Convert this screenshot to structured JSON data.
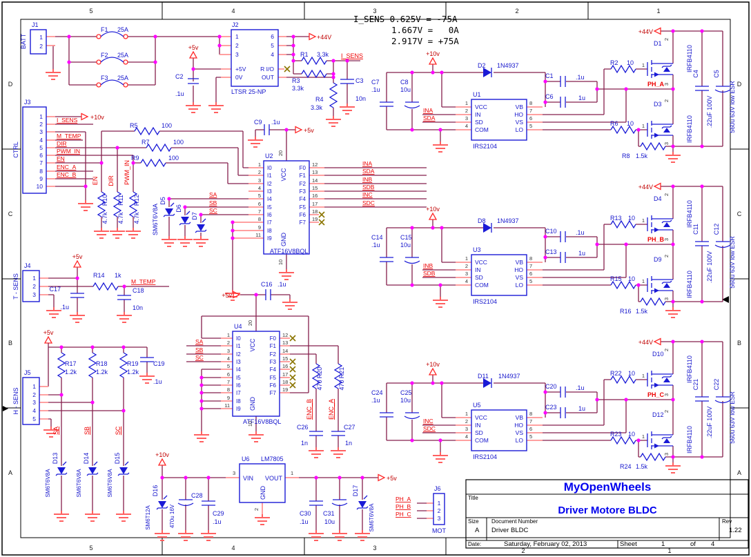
{
  "frame": {
    "zones_h": [
      "5",
      "4",
      "3",
      "2",
      "1"
    ],
    "zones_v": [
      "D",
      "C",
      "B",
      "A"
    ]
  },
  "isens_table": {
    "l1": "I_SENS 0.625V = -75A",
    "l2": "1.667V =   0A",
    "l3": "2.917V = +75A"
  },
  "battery": {
    "j1": {
      "ref": "J1",
      "name": "BATT",
      "p1": "1",
      "p2": "2"
    },
    "f1": {
      "ref": "F1",
      "val": "25A"
    },
    "f2": {
      "ref": "F2",
      "val": "25A"
    },
    "f3": {
      "ref": "F3",
      "val": "25A"
    },
    "j2": {
      "ref": "J2",
      "part": "LTSR 25-NP",
      "p1": "1",
      "p2": "2",
      "p3": "3",
      "p4": "4",
      "p5": "5",
      "p6": "6",
      "vcc": "+5V",
      "gnd": "0V",
      "rio": "R I/O",
      "out": "OUT"
    },
    "c2": {
      "ref": "C2",
      "val": ".1u"
    },
    "pwr_5v": "+5v",
    "pwr_44v": "+44V",
    "r1": {
      "ref": "R1",
      "val": "3.3k"
    },
    "r3": {
      "ref": "R3",
      "val": "3.3k"
    },
    "r4": {
      "ref": "R4",
      "val": "3.3k"
    },
    "c3": {
      "ref": "C3",
      "val": "10n"
    },
    "isens": "I_SENS"
  },
  "ctrl": {
    "j3": {
      "ref": "J3",
      "name": "CTRL",
      "pins": [
        "1",
        "2",
        "3",
        "4",
        "5",
        "6",
        "7",
        "8",
        "9",
        "10"
      ]
    },
    "pwr_10v": "+10v",
    "nets": {
      "isens": "I_SENS",
      "mtemp": "M_TEMP",
      "dir": "DIR",
      "pwm": "PWM_IN",
      "en": "EN",
      "enca": "ENC_A",
      "encb": "ENC_B"
    },
    "r5": {
      "ref": "R5",
      "val": "100"
    },
    "r7": {
      "ref": "R7",
      "val": "100"
    },
    "r9": {
      "ref": "R9",
      "val": "100"
    },
    "vlabels": {
      "en": "EN",
      "dir": "DIR",
      "pwm": "PWM_IN"
    },
    "r10": {
      "ref": "R10",
      "val": "4.7k"
    },
    "r11": {
      "ref": "R11",
      "val": "4.7k"
    },
    "r12": {
      "ref": "R12",
      "val": "4.7k"
    },
    "d5": {
      "ref": "D5"
    },
    "d6": {
      "ref": "D6"
    },
    "d7": {
      "ref": "D7"
    },
    "tvs_part": "SM6T6V8A",
    "sa": "SA",
    "sb": "SB",
    "sc": "SC"
  },
  "u2": {
    "ref": "U2",
    "part": "ATF16V8BQL",
    "vcc": "VCC",
    "gnd": "GND",
    "pwr": "+5v",
    "pin20": "20",
    "pin10": "10",
    "c9": {
      "ref": "C9",
      "val": ".1u"
    },
    "lpins": [
      "1",
      "2",
      "3",
      "4",
      "5",
      "6",
      "7",
      "8",
      "9",
      "11"
    ],
    "lnames": [
      "I0",
      "I1",
      "I2",
      "I3",
      "I4",
      "I5",
      "I6",
      "I7",
      "I8",
      "I9"
    ],
    "rpins": [
      "12",
      "13",
      "14",
      "15",
      "16",
      "17",
      "18",
      "19"
    ],
    "rnames": [
      "F0",
      "F1",
      "F2",
      "F3",
      "F4",
      "F5",
      "F6",
      "F7"
    ],
    "outs": [
      "INA",
      "SDA",
      "INB",
      "SDB",
      "INC",
      "SDC"
    ]
  },
  "tsens": {
    "j4": {
      "ref": "J4",
      "name": "T - SENS",
      "pins": [
        "1",
        "2",
        "3"
      ]
    },
    "pwr": "+5v",
    "c17": {
      "ref": "C17",
      "val": ".1u"
    },
    "r14": {
      "ref": "R14",
      "val": "1k"
    },
    "mtemp": "M_TEMP",
    "c18": {
      "ref": "C18",
      "val": "10n"
    }
  },
  "hsens": {
    "j5": {
      "ref": "J5",
      "name": "H - SENS",
      "pins": [
        "1",
        "2",
        "3",
        "4",
        "5"
      ]
    },
    "pwr": "+5v",
    "r17": {
      "ref": "R17",
      "val": "1.2k"
    },
    "r18": {
      "ref": "R18",
      "val": "1.2k"
    },
    "r19": {
      "ref": "R19",
      "val": "1.2k"
    },
    "c19": {
      "ref": "C19",
      "val": ".1u"
    },
    "sa": "SA",
    "sb": "SB",
    "sc": "SC",
    "d13": {
      "ref": "D13"
    },
    "d14": {
      "ref": "D14"
    },
    "d15": {
      "ref": "D15"
    },
    "tvs_part": "SM6T6V8A"
  },
  "u4": {
    "ref": "U4",
    "part": "ATF16V8BQL",
    "vcc": "VCC",
    "gnd": "GND",
    "pwr": "+5v",
    "pin20": "20",
    "pin10": "10",
    "c16": {
      "ref": "C16",
      "val": ".1u"
    },
    "lpins": [
      "1",
      "2",
      "3",
      "4",
      "5",
      "6",
      "7",
      "8",
      "9",
      "11"
    ],
    "lnames": [
      "I0",
      "I1",
      "I2",
      "I3",
      "I4",
      "I5",
      "I6",
      "I7",
      "I8",
      "I9"
    ],
    "rpins": [
      "12",
      "13",
      "14",
      "15",
      "16",
      "17",
      "18",
      "19"
    ],
    "rnames": [
      "F0",
      "F1",
      "F2",
      "F3",
      "F4",
      "F5",
      "F6",
      "F7"
    ],
    "sa": "SA",
    "sb": "SB",
    "sc": "SC",
    "r20": {
      "ref": "R20",
      "val": "470"
    },
    "r21": {
      "ref": "R21",
      "val": "470"
    },
    "encb": "ENC_B",
    "enca": "ENC_A",
    "c26": {
      "ref": "C26",
      "val": "1n"
    },
    "c27": {
      "ref": "C27",
      "val": "1n"
    }
  },
  "phases": [
    {
      "cin1": {
        "ref": "C7",
        "val": ".1u"
      },
      "cin2": {
        "ref": "C8",
        "val": "10u"
      },
      "pwr": "+10v",
      "diode": {
        "ref": "D2",
        "val": "1N4937"
      },
      "u": {
        "ref": "U1",
        "part": "IRS2104",
        "lpins": [
          "1",
          "2",
          "3",
          "4"
        ],
        "lnames": [
          "VCC",
          "IN",
          "SD",
          "COM"
        ],
        "rpins": [
          "8",
          "7",
          "6",
          "5"
        ],
        "rnames": [
          "VB",
          "HO",
          "VS",
          "LO"
        ]
      },
      "in": "INA",
      "sd": "SDA",
      "cb1": {
        "ref": "C1",
        "val": ".1u"
      },
      "cb2": {
        "ref": "C6",
        "val": "1u"
      },
      "rg_h": {
        "ref": "R2",
        "val": "10"
      },
      "rg_l": {
        "ref": "R6",
        "val": "10"
      },
      "r_pull": {
        "ref": "R8",
        "val": "1.5k"
      },
      "fet_h": {
        "ref": "D1",
        "part": "IRFB4110"
      },
      "fet_l": {
        "ref": "D3",
        "part": "IRFB4110"
      },
      "ph": "PH_A",
      "vbus": "+44V",
      "cbus1": {
        "ref": "C4",
        "val": ".22uF 100V"
      },
      "cbus2": {
        "ref": "C5",
        "val": "560u 63V low ESR"
      },
      "fp": {
        "d": "2",
        "g": "1",
        "s": "3"
      }
    },
    {
      "cin1": {
        "ref": "C14",
        "val": ".1u"
      },
      "cin2": {
        "ref": "C15",
        "val": "10u"
      },
      "pwr": "+10v",
      "diode": {
        "ref": "D8",
        "val": "1N4937"
      },
      "u": {
        "ref": "U3",
        "part": "IRS2104",
        "lpins": [
          "1",
          "2",
          "3",
          "4"
        ],
        "lnames": [
          "VCC",
          "IN",
          "SD",
          "COM"
        ],
        "rpins": [
          "8",
          "7",
          "6",
          "5"
        ],
        "rnames": [
          "VB",
          "HO",
          "VS",
          "LO"
        ]
      },
      "in": "INB",
      "sd": "SDB",
      "cb1": {
        "ref": "C10",
        "val": ".1u"
      },
      "cb2": {
        "ref": "C13",
        "val": "1u"
      },
      "rg_h": {
        "ref": "R13",
        "val": "10"
      },
      "rg_l": {
        "ref": "R15",
        "val": "10"
      },
      "r_pull": {
        "ref": "R16",
        "val": "1.5k"
      },
      "fet_h": {
        "ref": "D4",
        "part": "IRFB4110"
      },
      "fet_l": {
        "ref": "D9",
        "part": "IRFB4110"
      },
      "ph": "PH_B",
      "vbus": "+44V",
      "cbus1": {
        "ref": "C11",
        "val": ".22uF 100V"
      },
      "cbus2": {
        "ref": "C12",
        "val": "560u 63V low ESR"
      },
      "fp": {
        "d": "2",
        "g": "1",
        "s": "3"
      }
    },
    {
      "cin1": {
        "ref": "C24",
        "val": ".1u"
      },
      "cin2": {
        "ref": "C25",
        "val": "10u"
      },
      "pwr": "+10v",
      "diode": {
        "ref": "D11",
        "val": "1N4937"
      },
      "u": {
        "ref": "U5",
        "part": "IRS2104",
        "lpins": [
          "1",
          "2",
          "3",
          "4"
        ],
        "lnames": [
          "VCC",
          "IN",
          "SD",
          "COM"
        ],
        "rpins": [
          "8",
          "7",
          "6",
          "5"
        ],
        "rnames": [
          "VB",
          "HO",
          "VS",
          "LO"
        ]
      },
      "in": "INC",
      "sd": "SDC",
      "cb1": {
        "ref": "C20",
        "val": ".1u"
      },
      "cb2": {
        "ref": "C23",
        "val": "1u"
      },
      "rg_h": {
        "ref": "R22",
        "val": "10"
      },
      "rg_l": {
        "ref": "R23",
        "val": "10"
      },
      "r_pull": {
        "ref": "R24",
        "val": "1.5k"
      },
      "fet_h": {
        "ref": "D10",
        "part": "IRFB4110"
      },
      "fet_l": {
        "ref": "D12",
        "part": "IRFB4110"
      },
      "ph": "PH_C",
      "vbus": "+44V",
      "cbus1": {
        "ref": "C21",
        "val": ".22uF 100V"
      },
      "cbus2": {
        "ref": "C22",
        "val": "560u 63V low ESR"
      },
      "fp": {
        "d": "2",
        "g": "1",
        "s": "3"
      }
    }
  ],
  "psu": {
    "pwr_in": "+10v",
    "pwr_out": "+5v",
    "d16": {
      "ref": "D16",
      "part": "SM6T12A"
    },
    "c28": {
      "ref": "C28",
      "val": "470u 16V"
    },
    "c29": {
      "ref": "C29",
      "val": ".1u"
    },
    "u6": {
      "ref": "U6",
      "part": "LM7805",
      "vin": "VIN",
      "vout": "VOUT",
      "gnd": "GND",
      "p3": "3",
      "p1": "1",
      "p2": "2"
    },
    "c30": {
      "ref": "C30",
      "val": ".1u"
    },
    "c31": {
      "ref": "C31",
      "val": "10u"
    },
    "d17": {
      "ref": "D17",
      "part": "SM6T6V8A"
    }
  },
  "mot": {
    "j6": {
      "ref": "J6",
      "name": "MOT",
      "pins": [
        "1",
        "2",
        "3"
      ]
    },
    "pha": "PH_A",
    "phb": "PH_B",
    "phc": "PH_C"
  },
  "titleblock": {
    "org": "MyOpenWheels",
    "title_label": "Title",
    "title": "Driver Motore BLDC",
    "size_label": "Size",
    "size": "A",
    "doc_label": "Document Number",
    "doc": "Driver BLDC",
    "rev_label": "Rev",
    "rev": "1.22",
    "date_label": "Date:",
    "date": "Saturday, February 02, 2013",
    "sheet_label": "Sheet",
    "sheet": "1",
    "of": "of",
    "total": "4"
  }
}
